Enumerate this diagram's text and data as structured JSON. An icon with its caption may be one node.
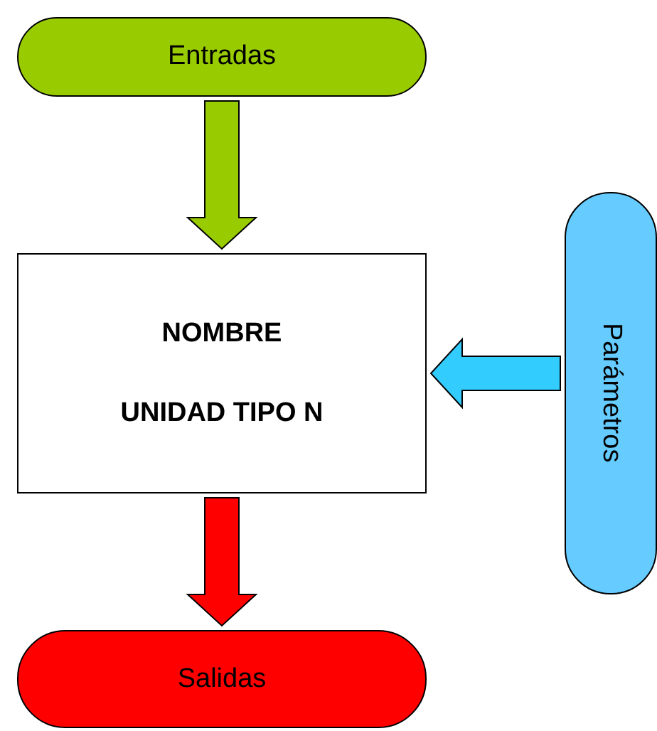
{
  "diagram": {
    "nodes": [
      {
        "text": [
          "Entradas"
        ]
      },
      {
        "text": [
          "NOMBRE",
          "UNIDAD TIPO N"
        ]
      },
      {
        "text": [
          "Parámetros"
        ]
      },
      {
        "text": [
          "Salidas"
        ]
      }
    ],
    "edges": [
      {
        "from": 0,
        "to": 1,
        "arrow": "to",
        "style": "thick",
        "color": "#99cc00"
      },
      {
        "from": 2,
        "to": 1,
        "arrow": "to",
        "style": "thick",
        "color": "#33ccff"
      },
      {
        "from": 1,
        "to": 3,
        "arrow": "to",
        "style": "thick",
        "color": "#ff0000"
      }
    ]
  }
}
